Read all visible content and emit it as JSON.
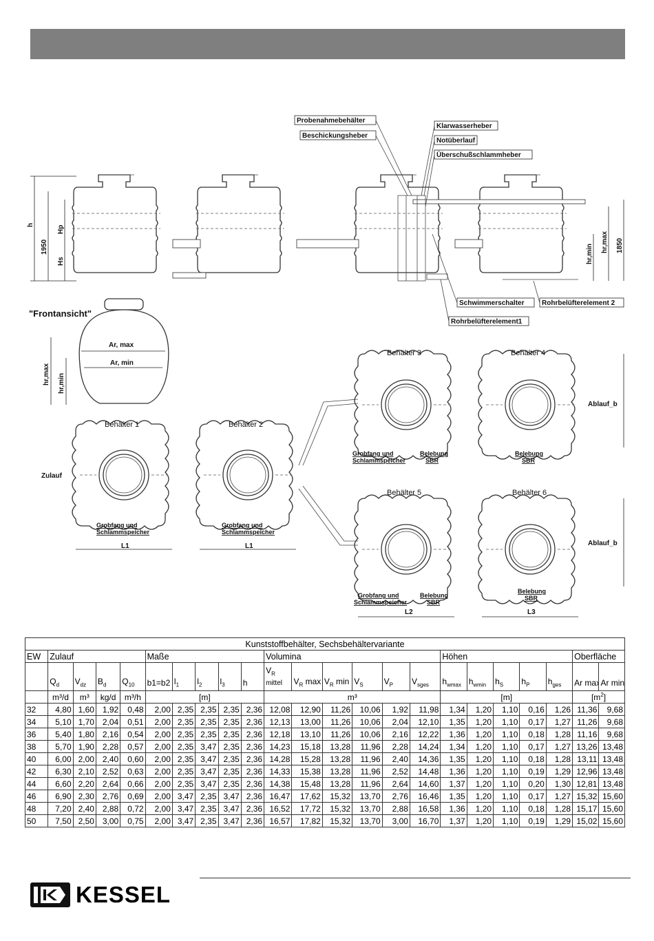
{
  "drawing": {
    "side_labels": {
      "probe": "Probenahmebehälter",
      "beschickung": "Beschickungsheber",
      "klarwasser": "Klarwasserheber",
      "notueberlauf": "Notüberlauf",
      "ueberschuss": "Überschußschlammheber",
      "schwimmer": "Schwimmerschalter",
      "rohr2": "Rohrbelüfterelement 2",
      "rohr1": "Rohrbelüfterelement1"
    },
    "dims": {
      "h": "h",
      "d1950": "1950",
      "hp": "Hp",
      "hs": "Hs",
      "d1850": "1850",
      "hrmax": "hr,max",
      "hrmin": "hr,min",
      "ar_max": "Ar, max",
      "ar_min": "Ar, min",
      "l1a": "L1",
      "l1b": "L1",
      "l2": "L2",
      "l3": "L3"
    },
    "front_view": "\"Frontansicht\"",
    "tanks": {
      "b1": "Behälter 1",
      "b2": "Behälter 2",
      "b3": "Behälter 3",
      "b4": "Behälter 4",
      "b5": "Behälter 5",
      "b6": "Behälter 6"
    },
    "zulauf": "Zulauf",
    "ablauf_b": "Ablauf_b",
    "ablauf_b2": "Ablauf_b",
    "captions": {
      "grob1a": "Grobfang und",
      "grob1b": "Schlammspeicher",
      "grob2a": "Grobfang und",
      "grob2b": "Schlammspeicher",
      "grob3a": "Grobfang und",
      "grob3b": "Schlammspeicher",
      "bel3a": "Belebung",
      "bel3b": "SBR",
      "bel4a": "Belebung",
      "bel4b": "SBR",
      "grob5a": "Grobfang und",
      "grob5b": "Schlammspeicher",
      "bel5a": "Belebung",
      "bel5b": "SBR",
      "bel6a": "Belebung",
      "bel6b": "SBR"
    }
  },
  "table": {
    "title": "Kunststoffbehälter, Sechsbehältervariante",
    "groups": {
      "ew": "EW",
      "zulauf": "Zulauf",
      "masse": "Maße",
      "volumina": "Volumina",
      "hoehen": "Höhen",
      "oberflaeche": "Oberfläche"
    },
    "symbols": {
      "qd": "Q",
      "qd_s": "d",
      "vdz": "V",
      "vdz_s": "dz",
      "bd": "B",
      "bd_s": "d",
      "q10": "Q",
      "q10_s": "10",
      "b1b2": "b1=b2",
      "l1": "l",
      "l1_s": "1",
      "l2": "l",
      "l2_s": "2",
      "l3": "l",
      "l3_s": "3",
      "h": "h",
      "vr": "V",
      "vr_s": "R",
      "vr_mittel": "mittel",
      "vrmax": "V",
      "vrmax_s": "R",
      "vrmax_t": " max",
      "vrmin": "V",
      "vrmin_s": "R",
      "vrmin_t": " min",
      "vs": "V",
      "vs_s": "S",
      "vp": "V",
      "vp_s": "P",
      "vsges": "V",
      "vsges_s": "sges",
      "hwmax": "h",
      "hwmax_s": "wmax",
      "hwmin": "h",
      "hwmin_s": "wmin",
      "hs": "h",
      "hs_s": "S",
      "hp": "h",
      "hp_s": "P",
      "hges": "h",
      "hges_s": "ges",
      "armax": "Ar max",
      "armin": "Ar min"
    },
    "units": {
      "qd": "m³/d",
      "vdz": "m³",
      "bd": "kg/d",
      "q10": "m³/h",
      "m": "[m]",
      "m3": "m³",
      "hm": "[m]",
      "m2": "[m",
      "m2_sup": "2",
      "m2_end": "]"
    },
    "rows": [
      [
        "32",
        "4,80",
        "1,60",
        "1,92",
        "0,48",
        "2,00",
        "2,35",
        "2,35",
        "2,35",
        "2,36",
        "12,08",
        "12,90",
        "11,26",
        "10,06",
        "1,92",
        "11,98",
        "1,34",
        "1,20",
        "1,10",
        "0,16",
        "1,26",
        "11,36",
        "9,68"
      ],
      [
        "34",
        "5,10",
        "1,70",
        "2,04",
        "0,51",
        "2,00",
        "2,35",
        "2,35",
        "2,35",
        "2,36",
        "12,13",
        "13,00",
        "11,26",
        "10,06",
        "2,04",
        "12,10",
        "1,35",
        "1,20",
        "1,10",
        "0,17",
        "1,27",
        "11,26",
        "9,68"
      ],
      [
        "36",
        "5,40",
        "1,80",
        "2,16",
        "0,54",
        "2,00",
        "2,35",
        "2,35",
        "2,35",
        "2,36",
        "12,18",
        "13,10",
        "11,26",
        "10,06",
        "2,16",
        "12,22",
        "1,36",
        "1,20",
        "1,10",
        "0,18",
        "1,28",
        "11,16",
        "9,68"
      ],
      [
        "38",
        "5,70",
        "1,90",
        "2,28",
        "0,57",
        "2,00",
        "2,35",
        "3,47",
        "2,35",
        "2,36",
        "14,23",
        "15,18",
        "13,28",
        "11,96",
        "2,28",
        "14,24",
        "1,34",
        "1,20",
        "1,10",
        "0,17",
        "1,27",
        "13,26",
        "13,48"
      ],
      [
        "40",
        "6,00",
        "2,00",
        "2,40",
        "0,60",
        "2,00",
        "2,35",
        "3,47",
        "2,35",
        "2,36",
        "14,28",
        "15,28",
        "13,28",
        "11,96",
        "2,40",
        "14,36",
        "1,35",
        "1,20",
        "1,10",
        "0,18",
        "1,28",
        "13,11",
        "13,48"
      ],
      [
        "42",
        "6,30",
        "2,10",
        "2,52",
        "0,63",
        "2,00",
        "2,35",
        "3,47",
        "2,35",
        "2,36",
        "14,33",
        "15,38",
        "13,28",
        "11,96",
        "2,52",
        "14,48",
        "1,36",
        "1,20",
        "1,10",
        "0,19",
        "1,29",
        "12,96",
        "13,48"
      ],
      [
        "44",
        "6,60",
        "2,20",
        "2,64",
        "0,66",
        "2,00",
        "2,35",
        "3,47",
        "2,35",
        "2,36",
        "14,38",
        "15,48",
        "13,28",
        "11,96",
        "2,64",
        "14,60",
        "1,37",
        "1,20",
        "1,10",
        "0,20",
        "1,30",
        "12,81",
        "13,48"
      ],
      [
        "46",
        "6,90",
        "2,30",
        "2,76",
        "0,69",
        "2,00",
        "3,47",
        "2,35",
        "3,47",
        "2,36",
        "16,47",
        "17,62",
        "15,32",
        "13,70",
        "2,76",
        "16,46",
        "1,35",
        "1,20",
        "1,10",
        "0,17",
        "1,27",
        "15,32",
        "15,60"
      ],
      [
        "48",
        "7,20",
        "2,40",
        "2,88",
        "0,72",
        "2,00",
        "3,47",
        "2,35",
        "3,47",
        "2,36",
        "16,52",
        "17,72",
        "15,32",
        "13,70",
        "2,88",
        "16,58",
        "1,36",
        "1,20",
        "1,10",
        "0,18",
        "1,28",
        "15,17",
        "15,60"
      ],
      [
        "50",
        "7,50",
        "2,50",
        "3,00",
        "0,75",
        "2,00",
        "3,47",
        "2,35",
        "3,47",
        "2,36",
        "16,57",
        "17,82",
        "15,32",
        "13,70",
        "3,00",
        "16,70",
        "1,37",
        "1,20",
        "1,10",
        "0,19",
        "1,29",
        "15,02",
        "15,60"
      ]
    ]
  },
  "footer": {
    "brand": "KESSEL"
  },
  "colors": {
    "header_bar": "#7f7f7f"
  }
}
